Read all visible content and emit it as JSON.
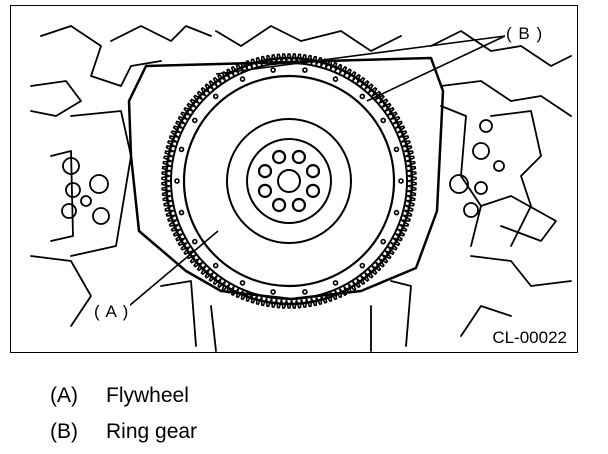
{
  "figure": {
    "id": "CL-00022",
    "callouts": [
      {
        "key": "A",
        "text": "( A )"
      },
      {
        "key": "B",
        "text": "( B )"
      }
    ]
  },
  "legend": [
    {
      "key": "(A)",
      "label": "Flywheel"
    },
    {
      "key": "(B)",
      "label": "Ring gear"
    }
  ]
}
